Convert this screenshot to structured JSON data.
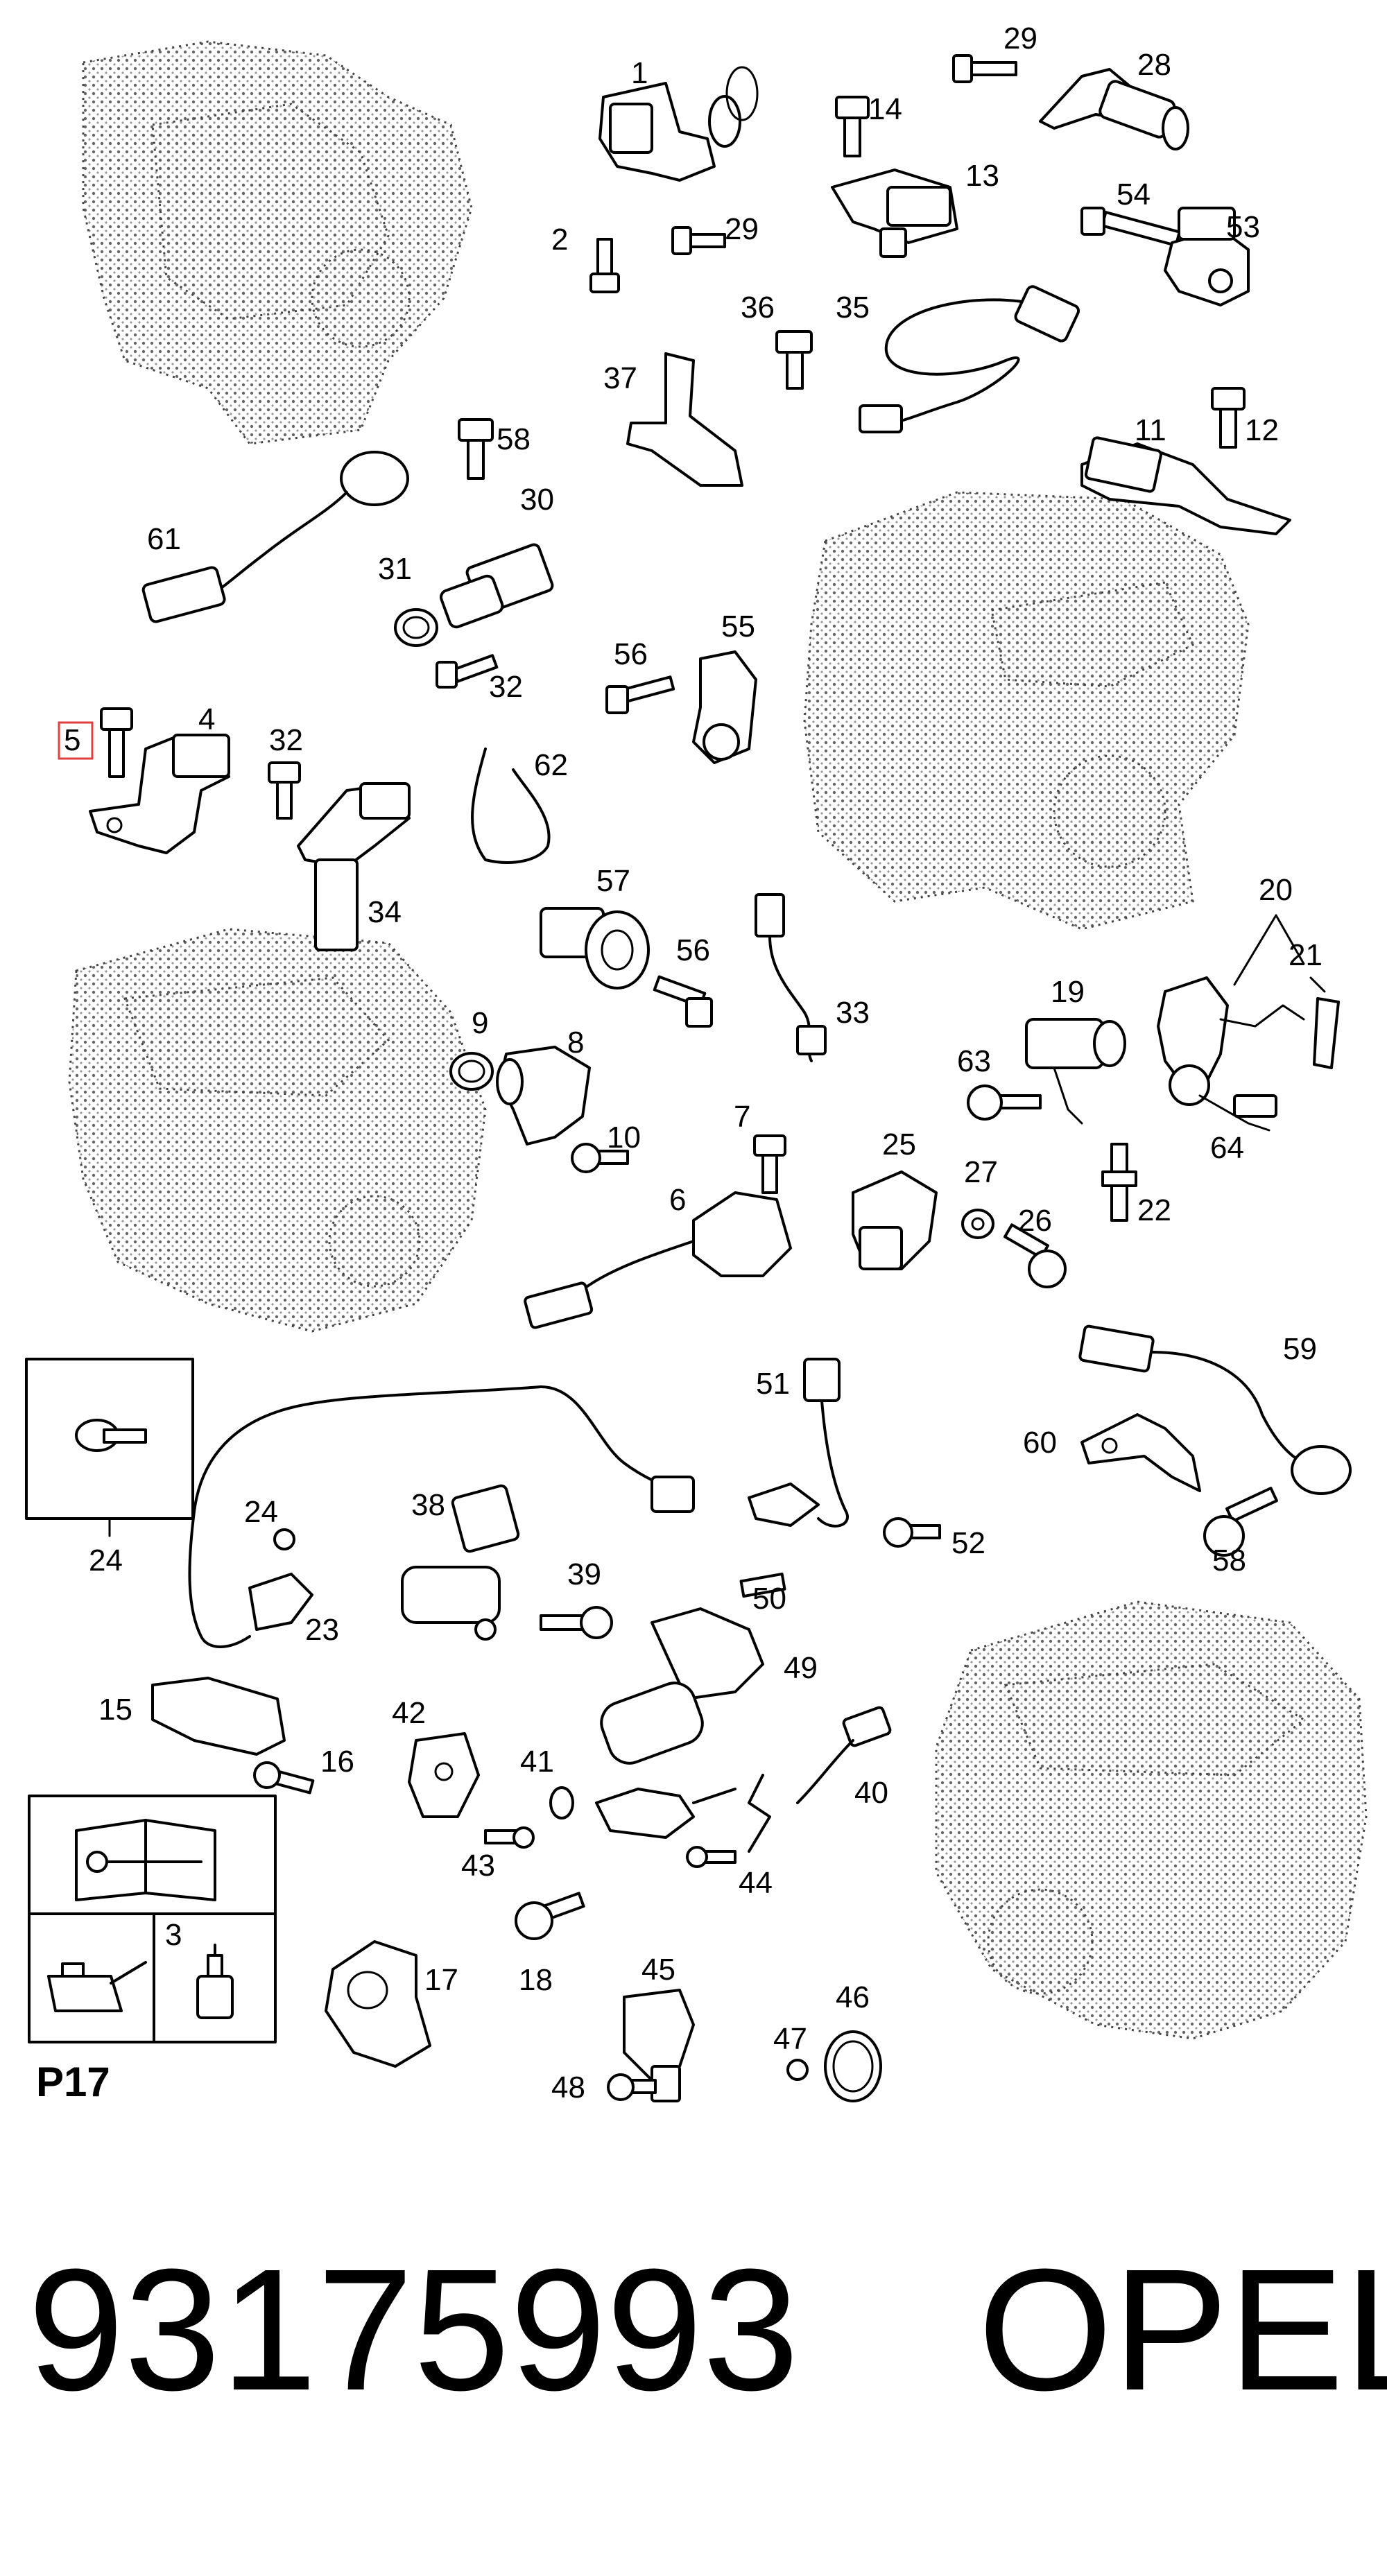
{
  "page_code": "P17",
  "highlighted_callout": "5",
  "footer": {
    "part_number": "93175993",
    "brand": "OPEL"
  },
  "callouts": [
    "1",
    "2",
    "29",
    "14",
    "13",
    "29",
    "28",
    "54",
    "53",
    "36",
    "35",
    "37",
    "58",
    "30",
    "61",
    "31",
    "32",
    "11",
    "12",
    "56",
    "55",
    "5",
    "4",
    "32",
    "62",
    "34",
    "57",
    "56",
    "33",
    "20",
    "21",
    "19",
    "63",
    "64",
    "9",
    "8",
    "10",
    "7",
    "6",
    "25",
    "27",
    "26",
    "22",
    "59",
    "51",
    "60",
    "24",
    "24",
    "38",
    "39",
    "50",
    "52",
    "58",
    "23",
    "49",
    "15",
    "16",
    "42",
    "41",
    "40",
    "43",
    "44",
    "18",
    "17",
    "3",
    "45",
    "46",
    "47",
    "48"
  ],
  "colors": {
    "highlight_box": "#e04040",
    "ink": "#000000"
  },
  "icons": [
    "repair-manual-icon",
    "oil-can-icon",
    "lubricant-bottle-icon"
  ]
}
